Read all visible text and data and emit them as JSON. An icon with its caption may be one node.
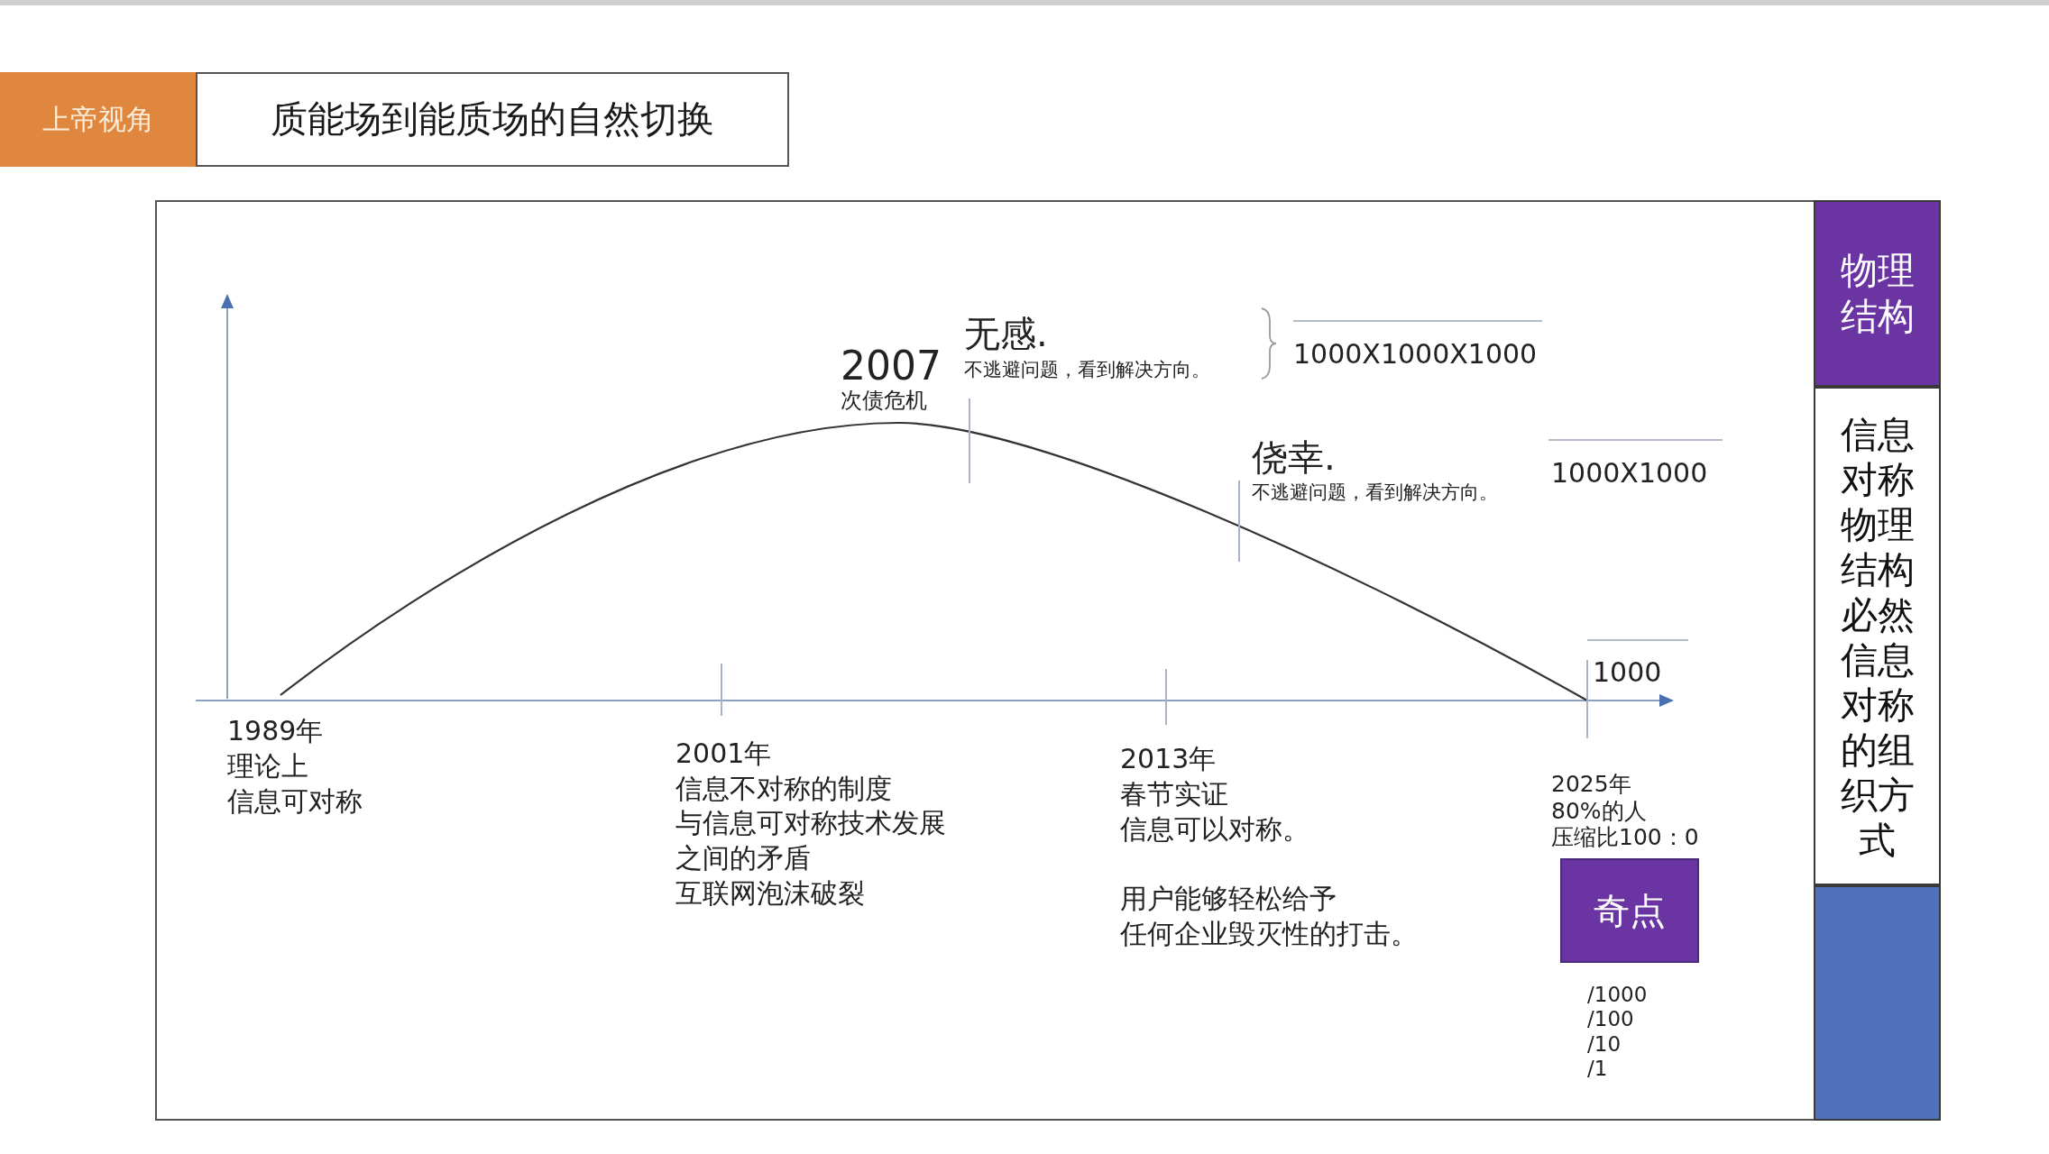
{
  "diagram": {
    "title": "质能场到能质场的自然切换",
    "nodes": [
      {
        "text": [
          "上帝视角"
        ]
      },
      {
        "text": [
          "物理结构"
        ]
      },
      {
        "text": [
          "信息对称物理结构必然信息对称的组织方式"
        ]
      },
      {
        "text": [],
        "shape": "box"
      },
      {
        "text": [
          "奇点"
        ]
      }
    ],
    "labels": [
      "2007",
      "次债危机",
      "无感.",
      "不逃避问题，看到解决方向。",
      "1000X1000X1000",
      "侥幸.",
      "不逃避问题，看到解决方向。",
      "1000X1000",
      "1000",
      "1989年",
      "理论上",
      "信息可对称",
      "2001年",
      "信息不对称的制度",
      "与信息可对称技术发展",
      "之间的矛盾",
      "互联网泡沫破裂",
      "2013年",
      "春节实证",
      "信息可以对称。",
      "用户能够轻松给予",
      "任何企业毁灭性的打击。",
      "2025年",
      "80%的人",
      "压缩比100：0",
      "/1000",
      "/100",
      "/10",
      "/1"
    ]
  }
}
